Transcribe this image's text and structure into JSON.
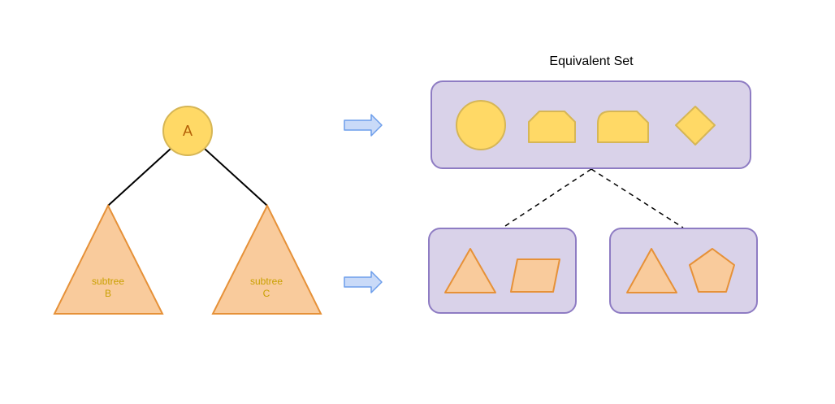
{
  "tree": {
    "root": {
      "label": "A"
    },
    "left": {
      "line1": "subtree",
      "line2": "B"
    },
    "right": {
      "line1": "subtree",
      "line2": "C"
    }
  },
  "equivalent_set": {
    "title": "Equivalent Set"
  },
  "colors": {
    "yellow_fill": "#ffd966",
    "yellow_stroke": "#d6b656",
    "orange_fill": "#f9cb9c",
    "orange_stroke": "#e69138",
    "purple_fill": "#d9d2e9",
    "purple_stroke": "#8e7cc3",
    "arrow_fill": "#c9daf8",
    "arrow_stroke": "#6d9eeb",
    "root_text": "#b45f06",
    "subtree_text": "#c9a000"
  },
  "icons": {
    "top_group": [
      "circle-icon",
      "clipped-rectangle-icon",
      "rounded-clipped-rectangle-icon",
      "diamond-icon"
    ],
    "left_group": [
      "triangle-icon",
      "parallelogram-icon"
    ],
    "right_group": [
      "triangle-icon",
      "pentagon-icon"
    ]
  }
}
